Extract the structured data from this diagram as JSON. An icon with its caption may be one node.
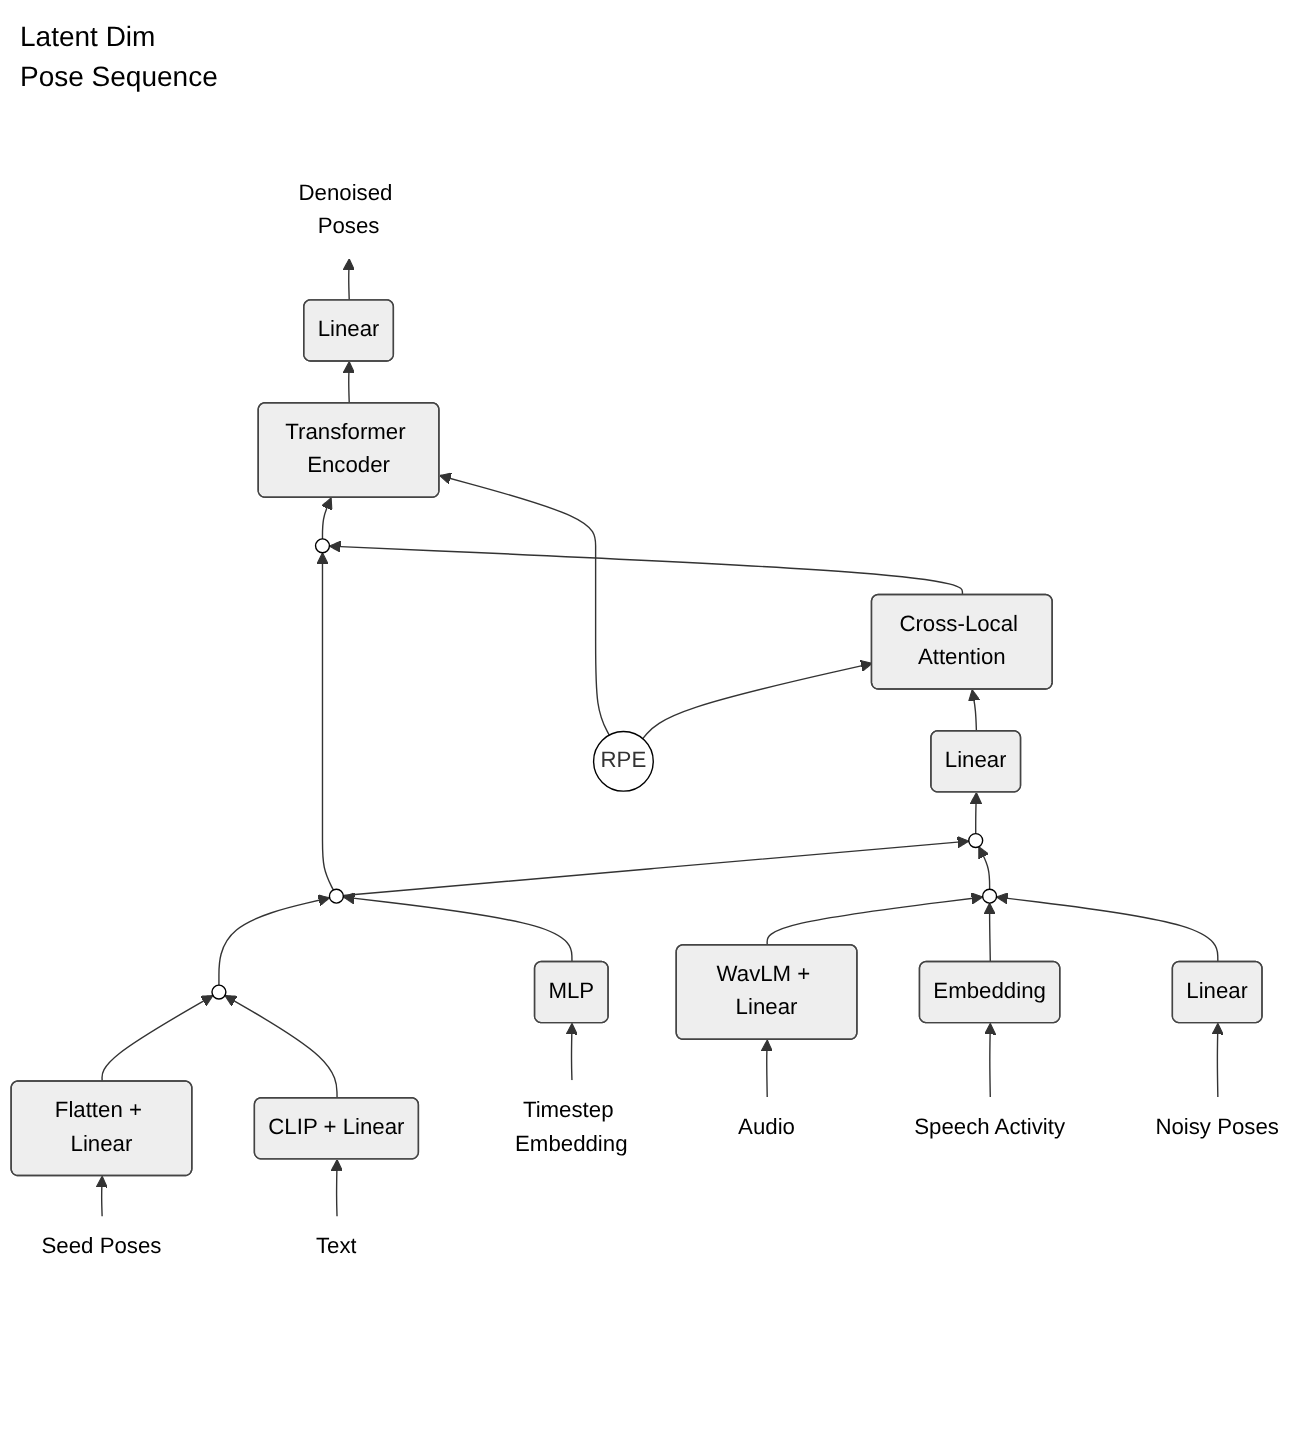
{
  "diagram": {
    "nodes": [
      {
        "text": [
          "Denoised Poses"
        ]
      },
      {
        "text": [
          "Linear"
        ]
      },
      {
        "text": [
          "Transformer Encoder"
        ]
      },
      {
        "text": [],
        "shape": "circle"
      },
      {
        "text": [
          "Cross-Local Attention"
        ]
      },
      {
        "text": [
          "Linear"
        ]
      },
      {
        "text": [
          "RPE"
        ]
      },
      {
        "text": [
          "Seed Poses"
        ]
      },
      {
        "text": [
          "Flatten + Linear"
        ]
      },
      {
        "text": [],
        "shape": "circle"
      },
      {
        "text": [
          "Text"
        ]
      },
      {
        "text": [
          "CLIP + Linear"
        ]
      },
      {
        "text": [],
        "shape": "circle"
      },
      {
        "text": [
          "Timestep Embedding"
        ]
      },
      {
        "text": [
          "MLP"
        ]
      },
      {
        "text": [],
        "shape": "circle"
      },
      {
        "text": [
          "Audio"
        ]
      },
      {
        "text": [
          "WavLM + Linear"
        ]
      },
      {
        "text": [
          "Speech Activity"
        ]
      },
      {
        "text": [
          "Embedding"
        ]
      },
      {
        "text": [],
        "shape": "circle"
      },
      {
        "text": [
          "Noisy Poses"
        ]
      },
      {
        "text": [
          "Linear"
        ]
      }
    ],
    "edges": [
      {
        "from": 1,
        "to": 0,
        "arrow": "to"
      },
      {
        "from": 2,
        "to": 1,
        "arrow": "to"
      },
      {
        "from": 3,
        "to": 2,
        "arrow": "to"
      },
      {
        "from": 4,
        "to": 3,
        "arrow": "to"
      },
      {
        "from": 5,
        "to": 4,
        "arrow": "to"
      },
      {
        "from": 6,
        "to": 2,
        "arrow": "to"
      },
      {
        "from": 6,
        "to": 4,
        "arrow": "to"
      },
      {
        "from": 7,
        "to": 8,
        "arrow": "to"
      },
      {
        "from": 8,
        "to": 9,
        "arrow": "to"
      },
      {
        "from": 10,
        "to": 11,
        "arrow": "to"
      },
      {
        "from": 11,
        "to": 9,
        "arrow": "to"
      },
      {
        "from": 9,
        "to": 12,
        "arrow": "to"
      },
      {
        "from": 13,
        "to": 14,
        "arrow": "to"
      },
      {
        "from": 14,
        "to": 12,
        "arrow": "to"
      },
      {
        "from": 12,
        "to": 3,
        "arrow": "to"
      },
      {
        "from": 12,
        "to": 15,
        "arrow": "to"
      },
      {
        "from": 16,
        "to": 17,
        "arrow": "to"
      },
      {
        "from": 17,
        "to": 20,
        "arrow": "to"
      },
      {
        "from": 18,
        "to": 19,
        "arrow": "to"
      },
      {
        "from": 19,
        "to": 20,
        "arrow": "to"
      },
      {
        "from": 21,
        "to": 22,
        "arrow": "to"
      },
      {
        "from": 22,
        "to": 20,
        "arrow": "to"
      },
      {
        "from": 20,
        "to": 15,
        "arrow": "to"
      },
      {
        "from": 15,
        "to": 5,
        "arrow": "to"
      }
    ],
    "labels": [
      "Latent Dim",
      "Pose Sequence"
    ]
  }
}
